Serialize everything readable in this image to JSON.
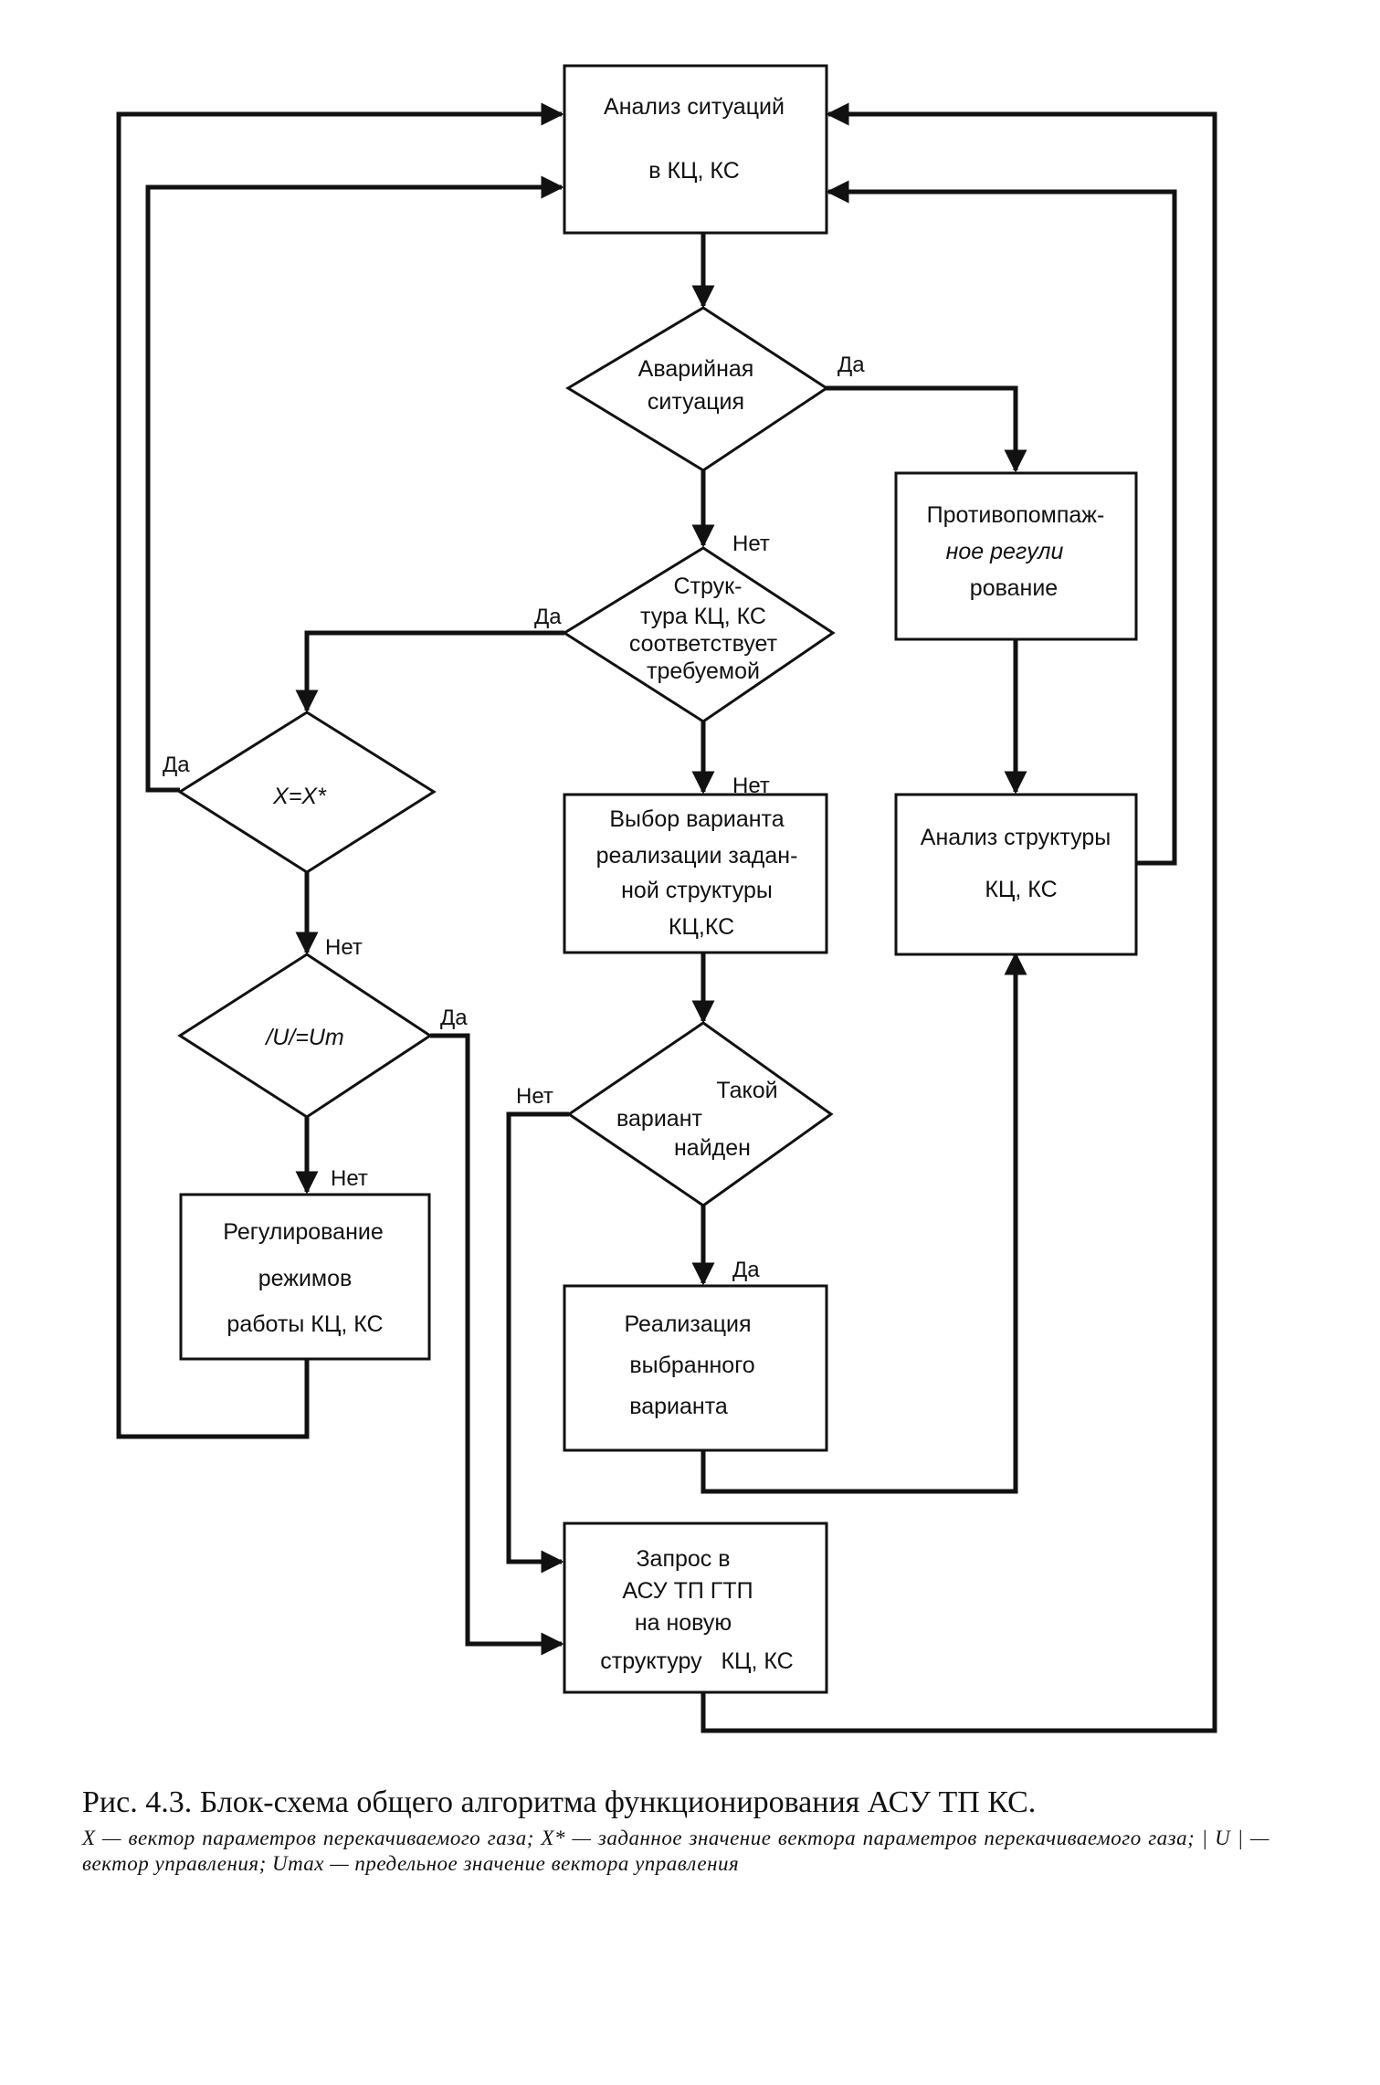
{
  "nodes": {
    "analysis_situations": {
      "lines": [
        "Анализ ситуаций",
        "в КЦ, КС"
      ]
    },
    "emergency": {
      "lines": [
        "Аварийная",
        "ситуация"
      ]
    },
    "anti_surge": {
      "lines": [
        "Противопомпаж-",
        "ное регули",
        "рование"
      ]
    },
    "structure_match": {
      "lines": [
        "Струк-",
        "тура КЦ, КС",
        "соответствует",
        "требуемой"
      ]
    },
    "x_equals": {
      "lines": [
        "X=X*"
      ]
    },
    "u_equals": {
      "lines": [
        "/U/=Um"
      ]
    },
    "select_variant": {
      "lines": [
        "Выбор варианта",
        "реализации задан-",
        "ной структуры",
        "КЦ,КС"
      ]
    },
    "analysis_structure": {
      "lines": [
        "Анализ структуры",
        "КЦ, КС"
      ]
    },
    "regulation": {
      "lines": [
        "Регулирование",
        "режимов",
        "работы КЦ, КС"
      ]
    },
    "variant_found": {
      "lines": [
        "Такой",
        "вариант",
        "найден"
      ]
    },
    "implement": {
      "lines": [
        "Реализация",
        "выбранного",
        "варианта"
      ]
    },
    "request": {
      "lines": [
        "Запрос в",
        "АСУ ТП ГТП",
        "на новую",
        "структуру   КЦ, КС"
      ]
    }
  },
  "labels": {
    "emergency_yes": "Да",
    "emergency_no": "Нет",
    "structure_yes": "Да",
    "structure_no": "Нет",
    "x_yes": "Да",
    "x_no": "Нет",
    "u_yes": "Да",
    "u_no": "Нет",
    "found_no": "Нет",
    "found_yes": "Да"
  },
  "caption": {
    "title": "Рис. 4.3. Блок-схема общего алгоритма функционирования АСУ ТП КС.",
    "legend": "X — вектор параметров перекачиваемого газа; X* — заданное значение вектора параметров перекачиваемого газа; | U | — вектор управления; Umax — предельное значение вектора управления"
  }
}
